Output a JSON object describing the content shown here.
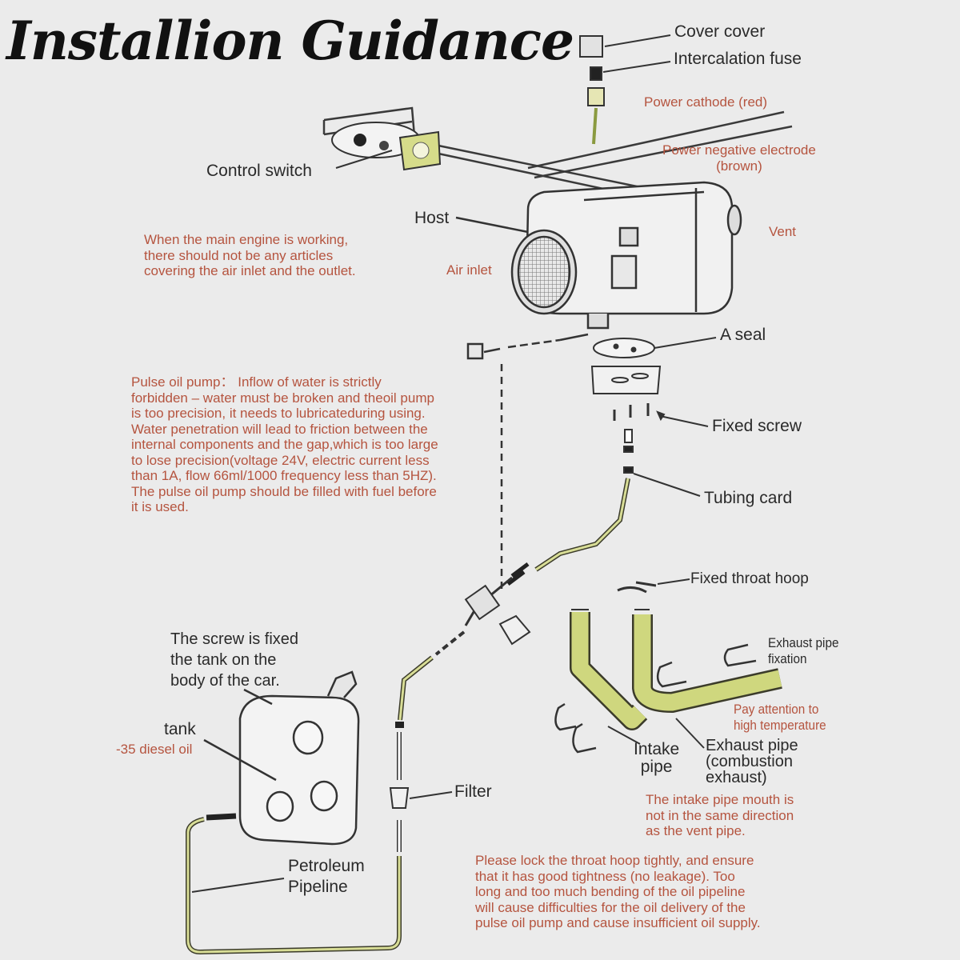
{
  "title": "Installion Guidance",
  "labels": {
    "cover_cover": "Cover cover",
    "intercalation_fuse": "Intercalation fuse",
    "power_cathode": "Power cathode (red)",
    "power_negative": [
      "Power negative electrode",
      "(brown)"
    ],
    "control_switch": "Control switch",
    "host": "Host",
    "vent": "Vent",
    "air_inlet": "Air inlet",
    "a_seal": "A seal",
    "fixed_screw": "Fixed screw",
    "tubing_card": "Tubing card",
    "fixed_throat_hoop": "Fixed throat hoop",
    "exhaust_pipe_fixation": [
      "Exhaust pipe",
      "fixation"
    ],
    "pay_attention": [
      "Pay attention to",
      "high temperature"
    ],
    "intake_pipe": [
      "Intake",
      "pipe"
    ],
    "exhaust_pipe": [
      "Exhaust pipe",
      "(combustion",
      "exhaust)"
    ],
    "screw_fixed": [
      "The screw is fixed",
      "the tank on the",
      "body of the car."
    ],
    "tank": "tank",
    "diesel_oil": "-35 diesel oil",
    "filter": "Filter",
    "petroleum_pipeline": [
      "Petroleum",
      "Pipeline"
    ]
  },
  "notes": {
    "engine_working": [
      "When the main engine is working,",
      "there should not be any articles",
      "covering the air inlet and the outlet."
    ],
    "pulse_pump": [
      "Pulse oil pump： Inflow of water is strictly",
      "forbidden – water must be broken and theoil pump",
      " is too precision, it needs to lubricateduring using.",
      "Water penetration will lead to friction between the",
      "internal components and the gap,which is too large",
      "to lose precision(voltage 24V, electric current less",
      "than 1A, flow 66ml/1000 frequency less than 5HZ).",
      "The pulse oil pump should be filled with fuel before",
      "it is used."
    ],
    "intake_mouth": [
      "The intake pipe mouth is",
      " not in the same direction",
      "as the vent pipe."
    ],
    "lock_hoop": [
      "Please lock the throat hoop tightly, and ensure",
      " that it has good tightness (no leakage). Too",
      "long and too much bending of the oil pipeline",
      "will cause difficulties for the oil delivery of the",
      " pulse oil pump and cause insufficient oil supply."
    ]
  },
  "colors": {
    "note_text": "#b5543f",
    "pipe_fill": "#c9d27a",
    "pipe_edge": "#3b3b2a",
    "line": "#3a3a3a"
  }
}
